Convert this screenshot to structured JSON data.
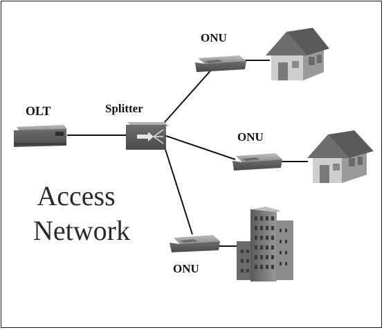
{
  "diagram": {
    "nodes": {
      "olt": "OLT",
      "splitter": "Splitter",
      "onu_top": "ONU",
      "onu_middle": "ONU",
      "onu_bottom": "ONU"
    },
    "caption_line1": "Access",
    "caption_line2": "Network",
    "icons": [
      "olt-device-icon",
      "splitter-icon",
      "onu-device-icon",
      "house-icon",
      "office-building-icon"
    ],
    "colors": {
      "line": "#111111",
      "device": "#7a7a7a",
      "house_roof": "#6e6e6e",
      "house_wall": "#c9c9c9"
    }
  }
}
